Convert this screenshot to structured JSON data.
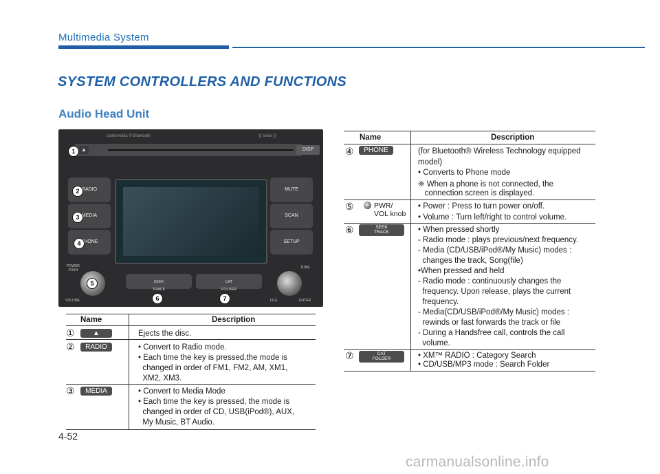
{
  "header": {
    "section_title": "Multimedia System",
    "main_heading": "SYSTEM CONTROLLERS AND FUNCTIONS",
    "sub_heading": "Audio Head Unit"
  },
  "page_number": "4-52",
  "watermark": "carmanualsonline.info",
  "unit": {
    "brand_left": "clarinmedia ® Bluetooth",
    "brand_right": "[[ sirius ]]",
    "disp": "DISP",
    "radio": "RADIO",
    "media": "MEDIA",
    "phone": "PHONE",
    "mute": "MUTE",
    "scan": "SCAN",
    "setup": "SETUP",
    "power_push": "POWER\nPUSH",
    "volume": "VOLUME",
    "tune": "TUNE",
    "file": "FILE",
    "enter": "ENTER",
    "seek": "SEEK",
    "track": "TRACK",
    "cat": "CAT",
    "folder": "FOLDER",
    "callouts": [
      "1",
      "2",
      "3",
      "4",
      "5",
      "6",
      "7"
    ]
  },
  "left_table": {
    "col_name": "Name",
    "col_desc": "Description",
    "rows": [
      {
        "num": "①",
        "key": "▲",
        "lines": [
          "Ejects the disc."
        ]
      },
      {
        "num": "②",
        "key": "RADIO",
        "lines": [
          "• Convert to Radio mode.",
          "• Each time the key is pressed,the mode is",
          "  changed in order of FM1, FM2, AM, XM1,",
          "  XM2, XM3."
        ]
      },
      {
        "num": "③",
        "key": "MEDIA",
        "lines": [
          "• Convert to Media Mode",
          "• Each time the key is pressed, the mode is",
          "  changed in order of CD, USB(iPod®), AUX,",
          "  My Music, BT Audio."
        ]
      }
    ]
  },
  "right_table": {
    "col_name": "Name",
    "col_desc": "Description",
    "rows": [
      {
        "num": "④",
        "key": "PHONE",
        "lines": [
          "(for Bluetooth® Wireless Technology equipped",
          "model)",
          "• Converts to Phone mode",
          "❈ When a phone is not connected, the",
          "   connection screen is displayed."
        ]
      },
      {
        "num": "⑤",
        "key": "PWR/\nVOL knob",
        "lines": [
          "• Power : Press to turn power on/off.",
          "• Volume : Turn left/right to control volume."
        ]
      },
      {
        "num": "⑥",
        "key": "SEEK\nTRACK",
        "lines": [
          "• When pressed shortly",
          "- Radio mode : plays previous/next frequency.",
          "- Media (CD/USB/iPod®/My Music) modes :",
          "  changes the track, Song(file)",
          "•When pressed and held",
          "- Radio mode : continuously changes the",
          "  frequency. Upon release, plays the current",
          "  frequency.",
          "- Media(CD/USB/iPod®/My Music) modes :",
          "  rewinds or fast forwards the track or file",
          "- During a Handsfree call, controls the call",
          "  volume."
        ]
      },
      {
        "num": "⑦",
        "key": "CAT\nFOLDER",
        "lines": [
          "• XM™ RADIO : Category Search",
          "• CD/USB/MP3 mode : Search Folder"
        ]
      }
    ]
  }
}
